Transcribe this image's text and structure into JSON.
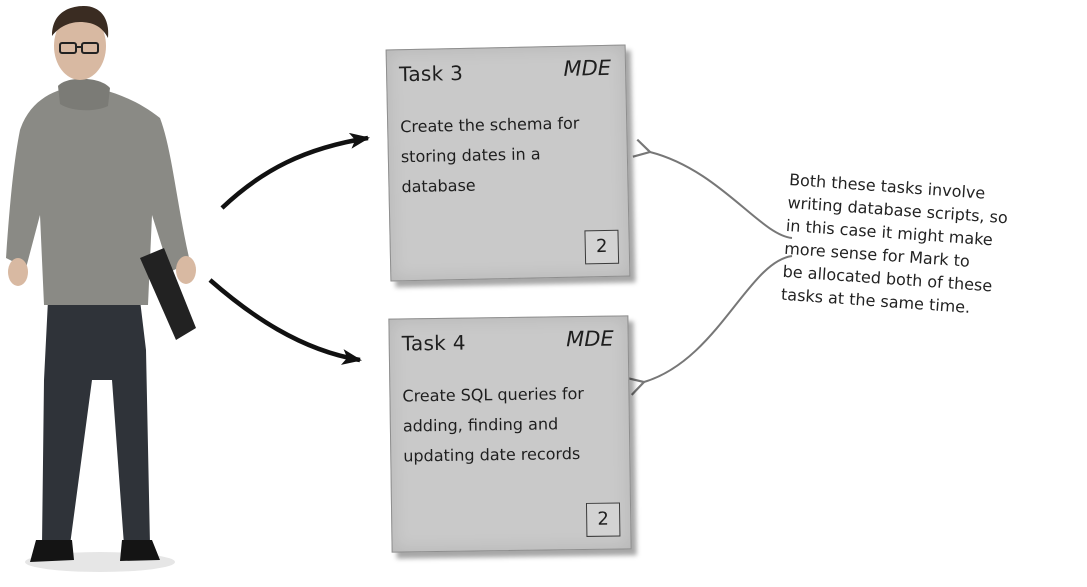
{
  "colors": {
    "card_fill": "#c9c9c9",
    "card_border": "#8e8e8e",
    "ink": "#1e1e1e",
    "arrow": "#111111",
    "sweater": "#8a8a85",
    "jeans": "#2f3339",
    "skin": "#d8b9a2"
  },
  "tasks": [
    {
      "title": "Task 3",
      "owner": "MDE",
      "description": "Create the schema for storing dates in a database",
      "estimate": "2"
    },
    {
      "title": "Task 4",
      "owner": "MDE",
      "description": "Create SQL queries for adding, finding and updating date records",
      "estimate": "2"
    }
  ],
  "annotation": {
    "lines": [
      "Both these tasks involve",
      "writing database scripts, so",
      "in this case it might make",
      "more sense for Mark to",
      "be allocated both of these",
      "tasks at the same time."
    ]
  }
}
